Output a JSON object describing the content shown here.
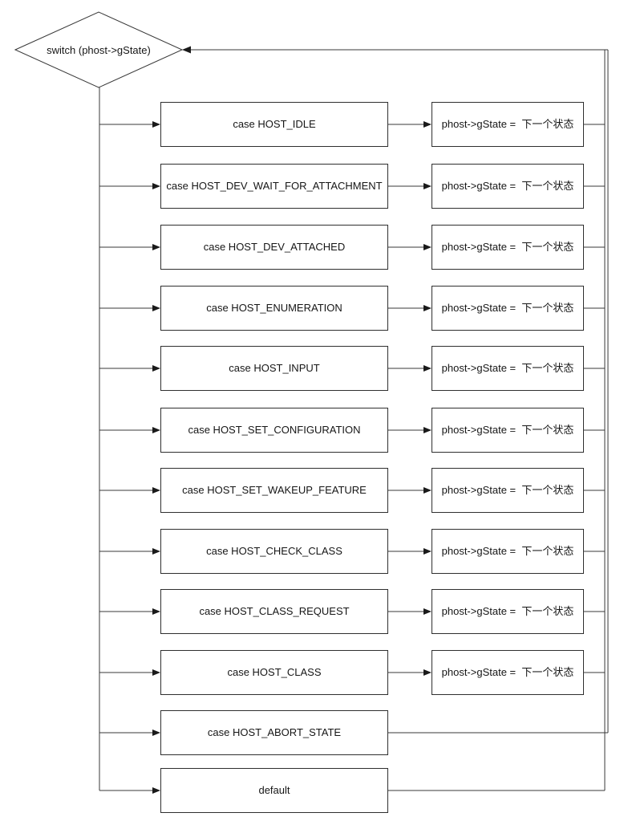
{
  "diagram": {
    "title_semantic": "USB host gState switch flowchart",
    "decision": {
      "label": "switch (phost->gState)"
    },
    "action_text": "phost->gState =  下一个状态",
    "rows": [
      {
        "case_label": "case HOST_IDLE",
        "action_label": "phost->gState =  下一个状态"
      },
      {
        "case_label": "case HOST_DEV_WAIT_FOR_ATTACHMENT",
        "action_label": "phost->gState =  下一个状态"
      },
      {
        "case_label": "case HOST_DEV_ATTACHED",
        "action_label": "phost->gState =  下一个状态"
      },
      {
        "case_label": "case HOST_ENUMERATION",
        "action_label": "phost->gState =  下一个状态"
      },
      {
        "case_label": "case HOST_INPUT",
        "action_label": "phost->gState =  下一个状态"
      },
      {
        "case_label": "case HOST_SET_CONFIGURATION",
        "action_label": "phost->gState =  下一个状态"
      },
      {
        "case_label": "case HOST_SET_WAKEUP_FEATURE",
        "action_label": "phost->gState =  下一个状态"
      },
      {
        "case_label": "case HOST_CHECK_CLASS",
        "action_label": "phost->gState =  下一个状态"
      },
      {
        "case_label": "case HOST_CLASS_REQUEST",
        "action_label": "phost->gState =  下一个状态"
      },
      {
        "case_label": "case HOST_CLASS",
        "action_label": "phost->gState =  下一个状态"
      },
      {
        "case_label": "case HOST_ABORT_STATE"
      },
      {
        "case_label": "default"
      }
    ],
    "colors": {
      "line": "#383838",
      "border": "#2f2f2f",
      "text": "#161616",
      "background": "#ffffff"
    }
  }
}
